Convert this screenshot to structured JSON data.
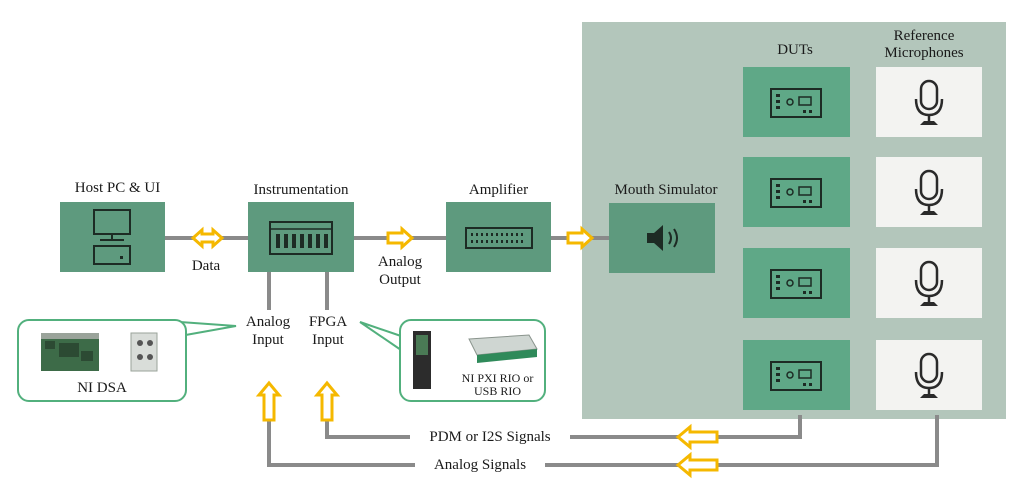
{
  "blocks": {
    "host": "Host PC & UI",
    "instrumentation": "Instrumentation",
    "amplifier": "Amplifier",
    "mouth_simulator": "Mouth Simulator",
    "duts": "DUTs",
    "reference_mics": "Reference Microphones"
  },
  "links": {
    "data": "Data",
    "analog_output_1": "Analog",
    "analog_output_2": "Output",
    "analog_input_1": "Analog",
    "analog_input_2": "Input",
    "fpga_input_1": "FPGA",
    "fpga_input_2": "Input"
  },
  "signals": {
    "pdm": "PDM or I2S Signals",
    "analog": "Analog Signals"
  },
  "callouts": {
    "dsa": "NI DSA",
    "rio_1": "NI PXI RIO or",
    "rio_2": "USB RIO"
  },
  "colors": {
    "panel": "#b3c6bb",
    "block": "#5e9a7e",
    "dut": "#5fa887",
    "arrow": "#f5b800",
    "line": "#8a8a8a",
    "callout_border": "#52b07d"
  }
}
